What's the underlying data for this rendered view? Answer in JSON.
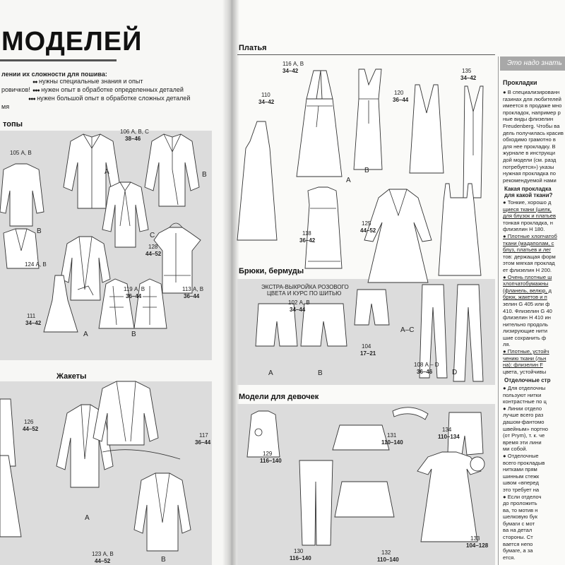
{
  "left_page": {
    "title": "МОДЕЛЕЙ",
    "legend_heading": "лении их сложности для пошива:",
    "legend_items": [
      {
        "dots": "●●",
        "text": "нужны специальные знания и опыт"
      },
      {
        "dots": "●●●",
        "text": "нужен опыт в обработке определенных деталей"
      },
      {
        "dots": "●●●",
        "text": "нужен большой опыт в обработке сложных деталей"
      }
    ],
    "legend_fragments": [
      "ровичков!",
      "мя"
    ],
    "section_top": "топы",
    "section_jackets": "Жакеты",
    "labels": {
      "m106": "106 А, В, С",
      "m106_size": "38–46",
      "m105": "105 А, В",
      "m128": "128",
      "m128_size": "44–52",
      "m124": "124 А, В",
      "m119": "119 А, В",
      "m119_size": "36–44",
      "m113": "113 А, В",
      "m113_size": "36–44",
      "m111": "111",
      "m111_size": "34–42",
      "m126": "126",
      "m126_size": "44–52",
      "m117": "117",
      "m117_size": "36–44",
      "m123": "123 А, В",
      "m123_size": "44–52"
    },
    "letters": [
      "А",
      "В",
      "С",
      "В",
      "А",
      "В",
      "А",
      "В"
    ]
  },
  "right_page": {
    "section_dresses": "Платья",
    "section_trousers": "Брюки, бермуды",
    "section_girls": "Модели для девочек",
    "extra_note": [
      "ЭКСТРА-ВЫКРОЙКА РОЗОВОГО",
      "ЦВЕТА И КУРС ПО ШИТЬЮ"
    ],
    "labels": {
      "m116": "116 А, В",
      "m116_size": "34–42",
      "m110": "110",
      "m110_size": "34–42",
      "m120": "120",
      "m120_size": "36–44",
      "m135": "135",
      "m135_size": "34–42",
      "m118": "118",
      "m118_size": "36–42",
      "m125": "125",
      "m125_size": "44–52",
      "m102": "102 А, В",
      "m102_size": "34–44",
      "m104": "104",
      "m104_size": "17–21",
      "m108": "108 А – D",
      "m108_size": "36–46",
      "m129": "129",
      "m129_size": "116–140",
      "m131": "131",
      "m131_size": "110–140",
      "m134": "134",
      "m134_size": "110–134",
      "m130": "130",
      "m130_size": "116–140",
      "m132": "132",
      "m132_size": "110–140",
      "m133": "133",
      "m133_size": "104–128"
    },
    "letters": [
      "А",
      "В",
      "А",
      "В",
      "А–С",
      "D"
    ],
    "sidebar": {
      "band_text": "Это надо знать",
      "heading": "Прокладки",
      "lines": [
        "● В специализированн",
        "газинах для любителей",
        "имеется в продаже мно",
        "прокладок, например р",
        "ные виды флизелин",
        "Freudenberg. Чтобы ва",
        "дель получилась красив",
        "обходимо грамотно в",
        "для нее прокладку. В",
        "журнале в инструкци",
        "дой модели (см. разд",
        "потребуется») указы",
        "нужная прокладка по",
        "рекомендуемой нами"
      ],
      "subheading": [
        "Какая прокладка",
        "для какой ткани?"
      ],
      "lines2": [
        "● Тонкие, хорошо д",
        "щиеся ткани (шелк,",
        "для блузок и платьев",
        "тонкая прокладка, н",
        "флизелин H 180.",
        "● Плотные хлопчатоб",
        "ткани (мадаполам, с",
        "блуз, платьев и лег",
        "тов: держащая форм",
        "этом мягкая проклад",
        "ет флизелин H 200.",
        "● Очень плотные ш",
        "хлопчатобумажны",
        "(фланель, велюр, д",
        "брюк, жакетов и п",
        "зелин G 405 или ф",
        "410. Флизелин G 40",
        "флизелин H 410 ин",
        "нительно продоль",
        "лизирующие нити",
        "шие сохранить ф",
        "ля.",
        "● Плотные, устойч",
        "чению ткани (льн",
        "на): флизелин F",
        "цвета, устойчивы"
      ],
      "subheading2": "Отделочные стр",
      "lines3": [
        "● Для отделочны",
        "пользуют нитки",
        "контрастные по ц",
        "● Линии отдело",
        "лучше всего раз",
        "дашом-фантомо",
        "швейным» портно",
        "(от Prym), т. к. че",
        "время эти лини",
        "ми собой.",
        "● Отделочные",
        "всего прокладыв",
        "нитками прям",
        "шинным стежк",
        "швом «вперед",
        "это требует на",
        "● Если отделоч",
        "до проложить",
        "ва, то мотив н",
        "шелковую бук",
        "бумаги с мот",
        "ва на детал",
        "стороны. Ст",
        "вается непо",
        "бумаге, а за",
        "ется."
      ]
    }
  }
}
